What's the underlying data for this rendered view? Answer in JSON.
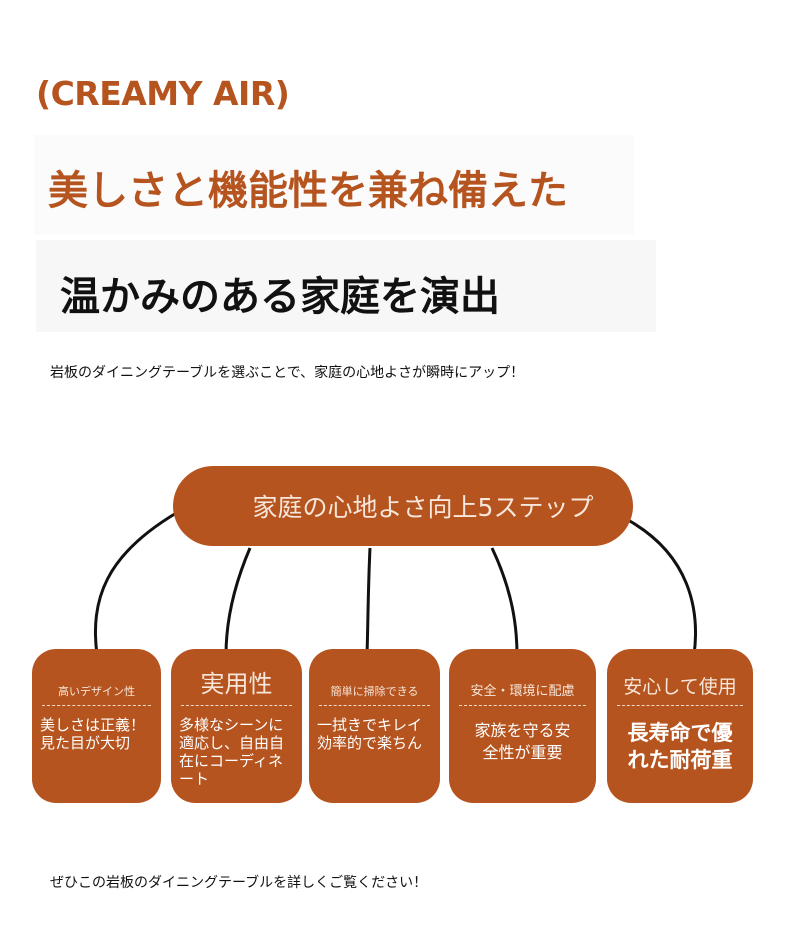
{
  "brand": "(CREAMY AIR)",
  "headline_1": "美しさと機能性を兼ね備えた",
  "headline_2": "温かみのある家庭を演出",
  "description": "岩板のダイニングテーブルを選ぶことで、家庭の心地よさが瞬時にアップ！",
  "diagram": {
    "center_label": "家庭の心地よさ向上5ステップ",
    "steps": [
      {
        "title": "高いデザイン性",
        "body": "美しさは正義！見た目が大切"
      },
      {
        "title": "実用性",
        "body": "多様なシーンに適応し、自由自在にコーディネート"
      },
      {
        "title": "簡単に掃除できる",
        "body": "一拭きでキレイ効率的で楽ちん"
      },
      {
        "title": "安全・環境に配慮",
        "body": "家族を守る安全性が重要"
      },
      {
        "title": "安心して使用",
        "body": "長寿命で優れた耐荷重"
      }
    ]
  },
  "footer": "ぜひこの岩板のダイニングテーブルを詳しくご覧ください！",
  "colors": {
    "accent": "#b5541f",
    "accent_text": "#f7e6da",
    "text": "#111111"
  }
}
